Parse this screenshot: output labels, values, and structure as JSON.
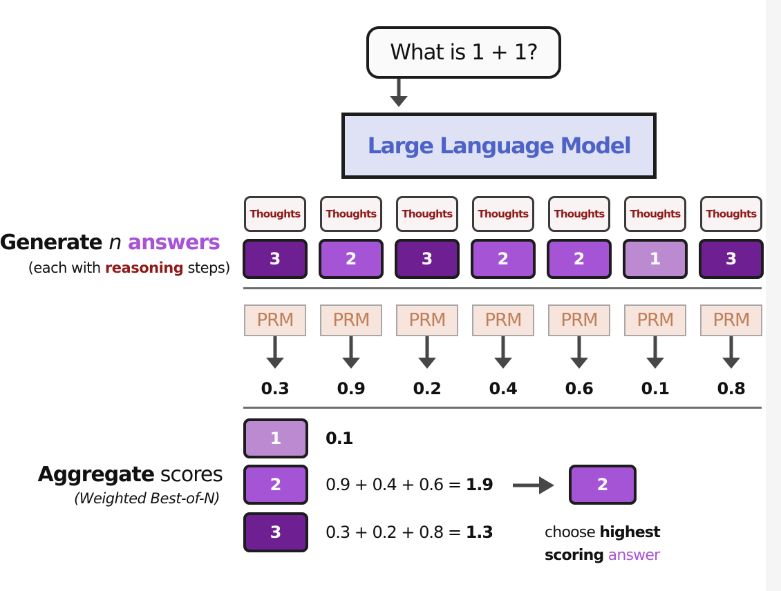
{
  "question": "What is 1 + 1?",
  "model": "Large Language Model",
  "generate_label": {
    "word1": "Generate",
    "word2": "n",
    "word3": "answers",
    "sub_before": "(each with",
    "sub_bold": "reasoning",
    "sub_after": "steps)"
  },
  "colors": {
    "answer_1": "#bb8ad0",
    "answer_2": "#a554d5",
    "answer_3": "#6e2092",
    "thoughts_text": "#8f1a1a",
    "model_text": "#4f63c6",
    "prm_text": "#c07f58",
    "accent_purple": "#a853d6"
  },
  "candidates": [
    {
      "thoughts": "Thoughts",
      "answer": "3",
      "prm": "PRM",
      "score": "0.3"
    },
    {
      "thoughts": "Thoughts",
      "answer": "2",
      "prm": "PRM",
      "score": "0.9"
    },
    {
      "thoughts": "Thoughts",
      "answer": "3",
      "prm": "PRM",
      "score": "0.2"
    },
    {
      "thoughts": "Thoughts",
      "answer": "2",
      "prm": "PRM",
      "score": "0.4"
    },
    {
      "thoughts": "Thoughts",
      "answer": "2",
      "prm": "PRM",
      "score": "0.6"
    },
    {
      "thoughts": "Thoughts",
      "answer": "1",
      "prm": "PRM",
      "score": "0.1"
    },
    {
      "thoughts": "Thoughts",
      "answer": "3",
      "prm": "PRM",
      "score": "0.8"
    }
  ],
  "aggregate_label": {
    "bold": "Aggregate",
    "rest": "scores",
    "sub": "(Weighted Best-of-N)"
  },
  "aggregates": [
    {
      "answer": "1",
      "expr": "",
      "total": "0.1"
    },
    {
      "answer": "2",
      "expr": "0.9 + 0.4 + 0.6 = ",
      "total": "1.9"
    },
    {
      "answer": "3",
      "expr": "0.3 + 0.2 + 0.8 = ",
      "total": "1.3"
    }
  ],
  "result": {
    "answer": "2",
    "line1_plain": "choose",
    "line1_bold": "highest",
    "line2_bold": "scoring",
    "line2_accent": "answer"
  }
}
